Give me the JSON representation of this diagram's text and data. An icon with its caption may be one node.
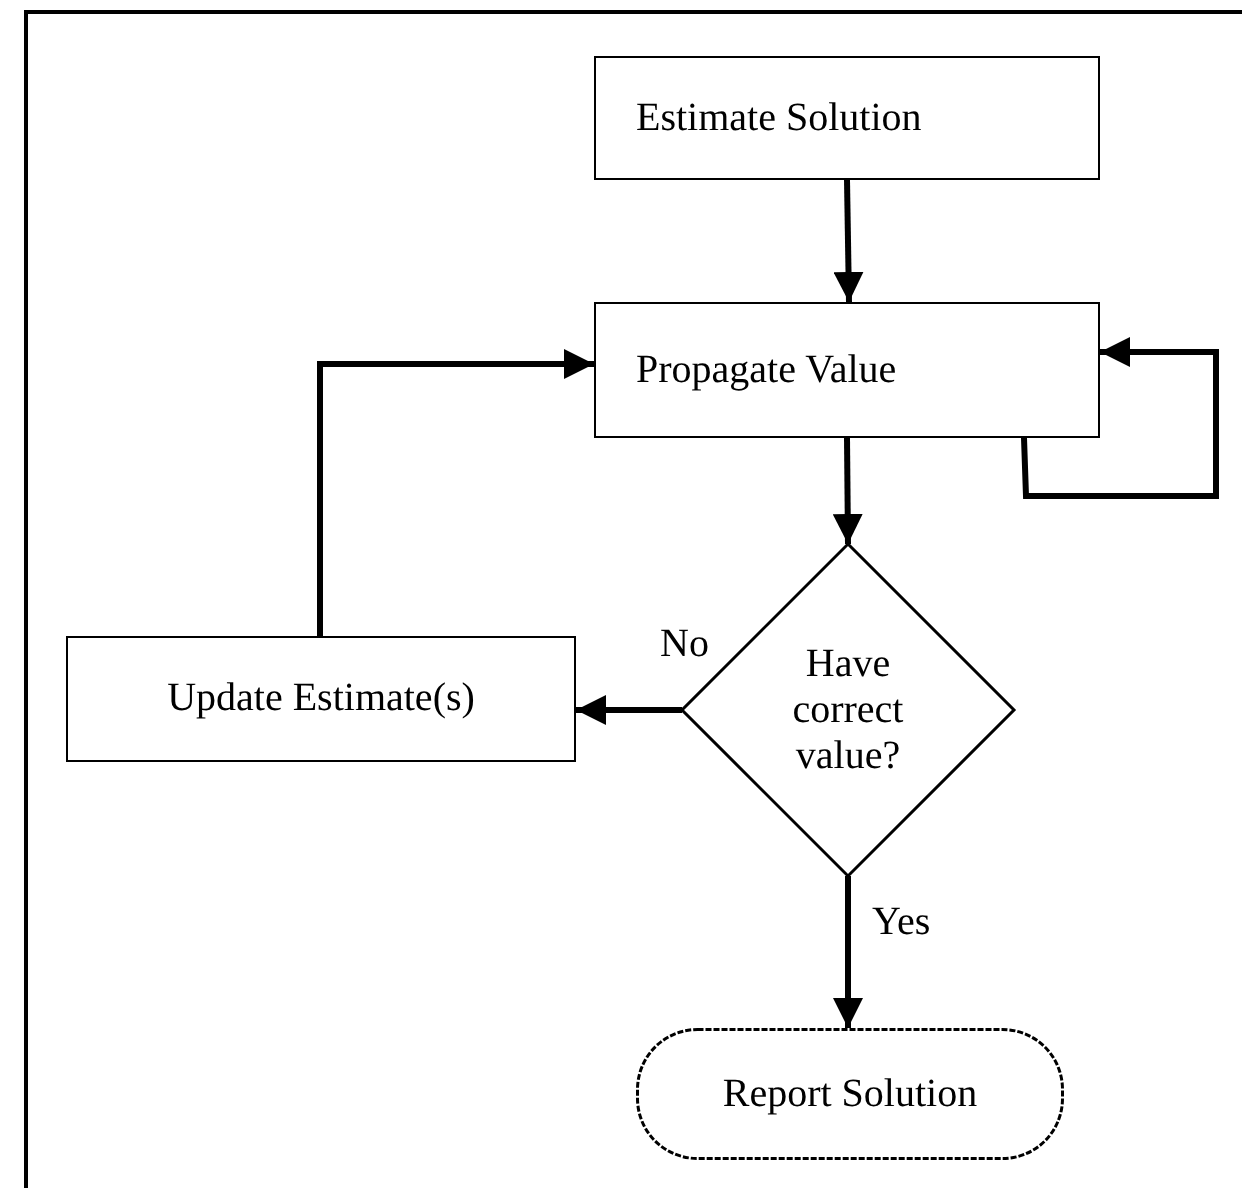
{
  "diagram": {
    "nodes": [
      {
        "text": [
          "Estimate Solution"
        ]
      },
      {
        "text": [
          "Propagate Value"
        ]
      },
      {
        "text": [
          "Have correct value?"
        ]
      },
      {
        "text": [
          "Update Estimate(s)"
        ]
      },
      {
        "text": [
          "Report Solution"
        ]
      }
    ],
    "edges": [
      {
        "from": 0,
        "to": 1,
        "arrow": "to"
      },
      {
        "from": 1,
        "to": 1,
        "arrow": "to"
      },
      {
        "from": 1,
        "to": 2,
        "arrow": "to"
      },
      {
        "from": 2,
        "to": 3,
        "arrow": "to",
        "label": "No"
      },
      {
        "from": 3,
        "to": 1,
        "arrow": "to"
      },
      {
        "from": 2,
        "to": 4,
        "arrow": "to",
        "label": "Yes"
      }
    ]
  }
}
